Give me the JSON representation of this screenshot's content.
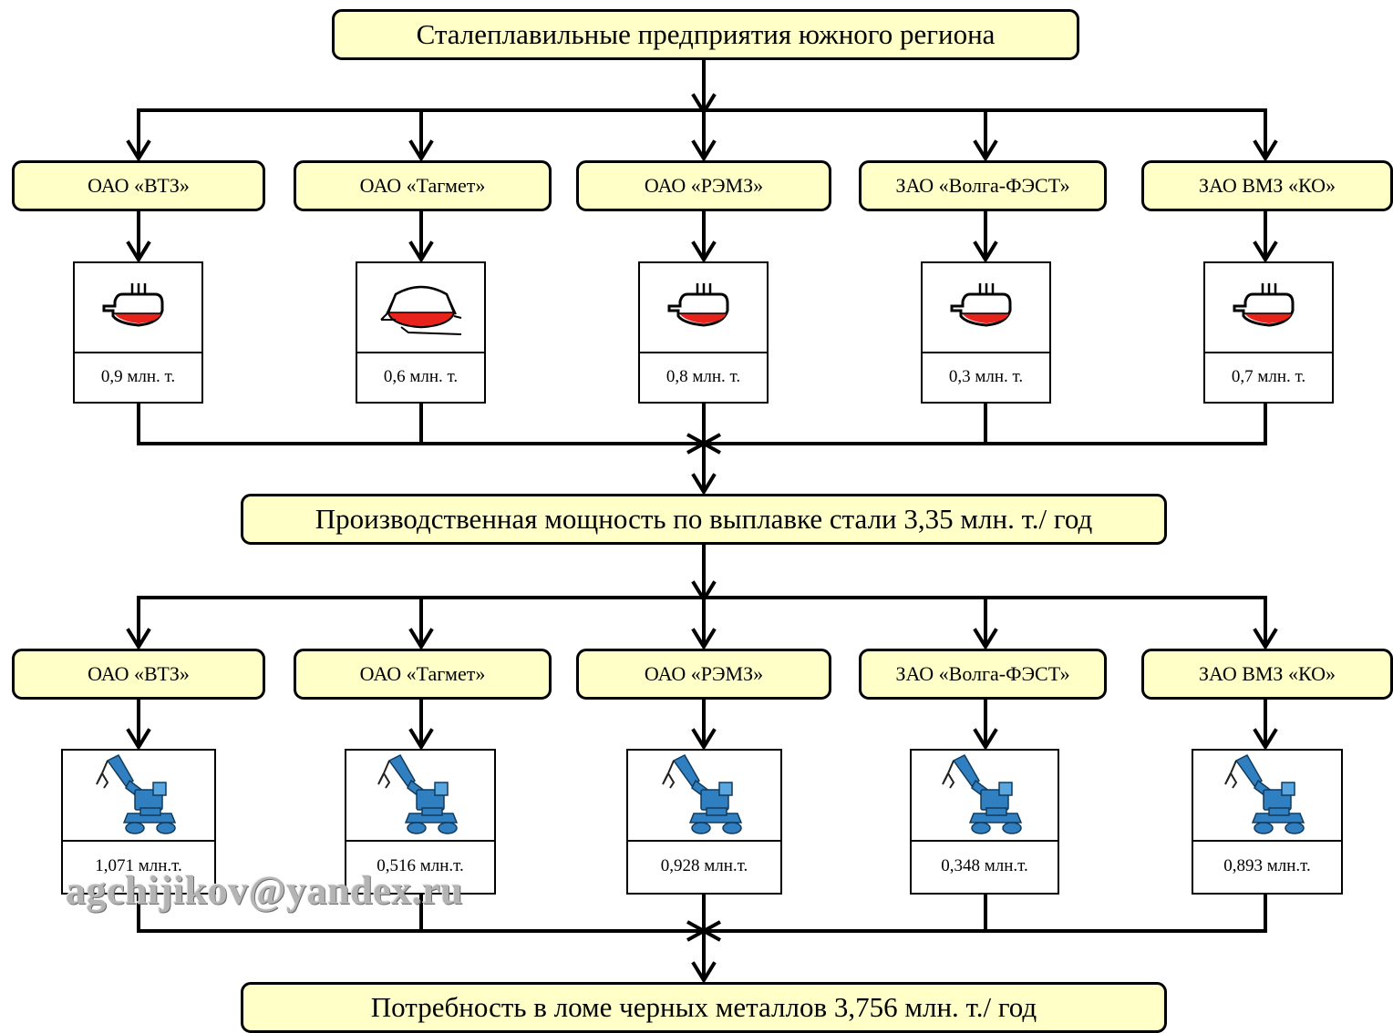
{
  "top_title": "Сталеплавильные предприятия южного региона",
  "capacity_title": "Производственная мощность по выплавке стали 3,35 млн. т./ год",
  "demand_title": "Потребность в ломе черных металлов 3,756 млн. т./ год",
  "companies": [
    "ОАО «ВТЗ»",
    "ОАО «Тагмет»",
    "ОАО «РЭМЗ»",
    "ЗАО «Волга-ФЭСТ»",
    "ЗАО ВМЗ «КО»"
  ],
  "capacity_values": [
    "0,9 млн. т.",
    "0,6 млн. т.",
    "0,8 млн. т.",
    "0,3 млн. т.",
    "0,7 млн. т."
  ],
  "capacity_icons": [
    "electric-arc-furnace-icon",
    "open-hearth-furnace-icon",
    "electric-arc-furnace-icon",
    "electric-arc-furnace-icon",
    "electric-arc-furnace-icon"
  ],
  "scrap_values": [
    "1,071 млн.т.",
    "0,516 млн.т.",
    "0,928 млн.т.",
    "0,348 млн.т.",
    "0,893 млн.т."
  ],
  "scrap_icons": [
    "scrap-handler-excavator-icon",
    "scrap-handler-excavator-icon",
    "scrap-handler-excavator-icon",
    "scrap-handler-excavator-icon",
    "scrap-handler-excavator-icon"
  ],
  "watermark": "agchijikov@yandex.ru",
  "colors": {
    "box_fill": "#ffffc8",
    "melt": "#e8231b",
    "electrode_tip": "#ffe600",
    "excavator": "#2f7fc1"
  }
}
